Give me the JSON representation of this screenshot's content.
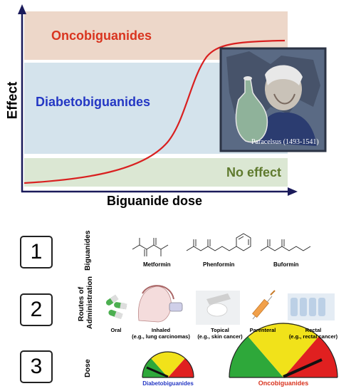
{
  "chart": {
    "y_axis_label": "Effect",
    "x_axis_label": "Biguanide dose",
    "bands": [
      {
        "label": "Oncobiguanides",
        "color": "#d9341f",
        "bg": "#edd7c9"
      },
      {
        "label": "Diabetobiguanides",
        "color": "#2437c4",
        "bg": "#d4e3ec"
      },
      {
        "label": "No effect",
        "color": "#5f7a2e",
        "bg": "#dbe7d3"
      }
    ],
    "curve_color": "#d92020"
  },
  "portrait": {
    "caption": "Paracelsus (1493-1541)"
  },
  "rows": [
    {
      "number": "1",
      "label": "Biguanides",
      "items": [
        "Metformin",
        "Phenformin",
        "Buformin"
      ]
    },
    {
      "number": "2",
      "label_lines": [
        "Routes of",
        "Administration"
      ],
      "items": [
        {
          "name": "Oral"
        },
        {
          "name": "Inhaled",
          "example": "(e.g., lung carcinomas)"
        },
        {
          "name": "Topical",
          "example": "(e.g., skin cancer)"
        },
        {
          "name": "Parenteral"
        },
        {
          "name": "Rectal",
          "example": "(e.g., rectal cancer)"
        }
      ]
    },
    {
      "number": "3",
      "label": "Dose",
      "gauges": [
        {
          "label": "Diabetobiguanides",
          "color": "#2437c4"
        },
        {
          "label": "Oncobiguanides",
          "color": "#d9341f"
        }
      ]
    }
  ]
}
